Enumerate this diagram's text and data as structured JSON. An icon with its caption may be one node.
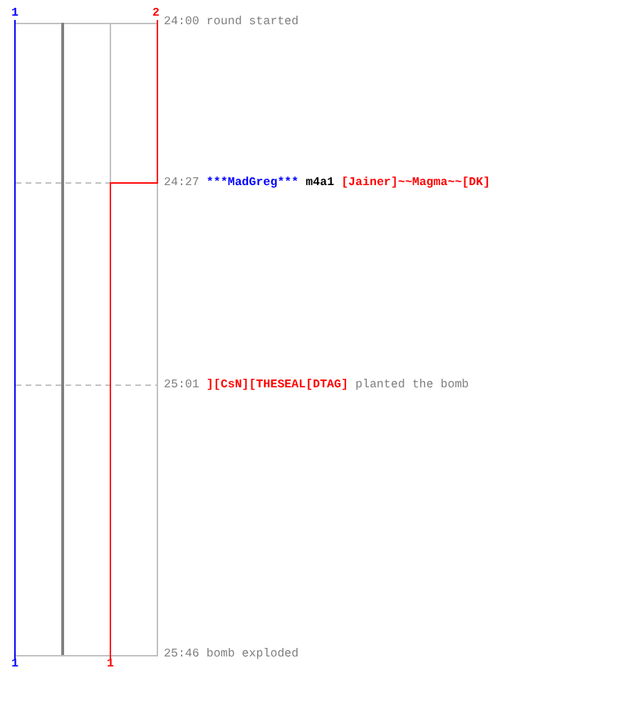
{
  "diagram": {
    "labels": [
      "1",
      "2",
      "24:00",
      "round started",
      "24:27",
      "***MadGreg***",
      "m4a1",
      "[Jainer]~~Magma~~[DK]",
      "25:01",
      "][CsN][THESEAL[DTAG]",
      "planted the bomb",
      "1",
      "1",
      "25:46",
      "bomb exploded"
    ]
  }
}
